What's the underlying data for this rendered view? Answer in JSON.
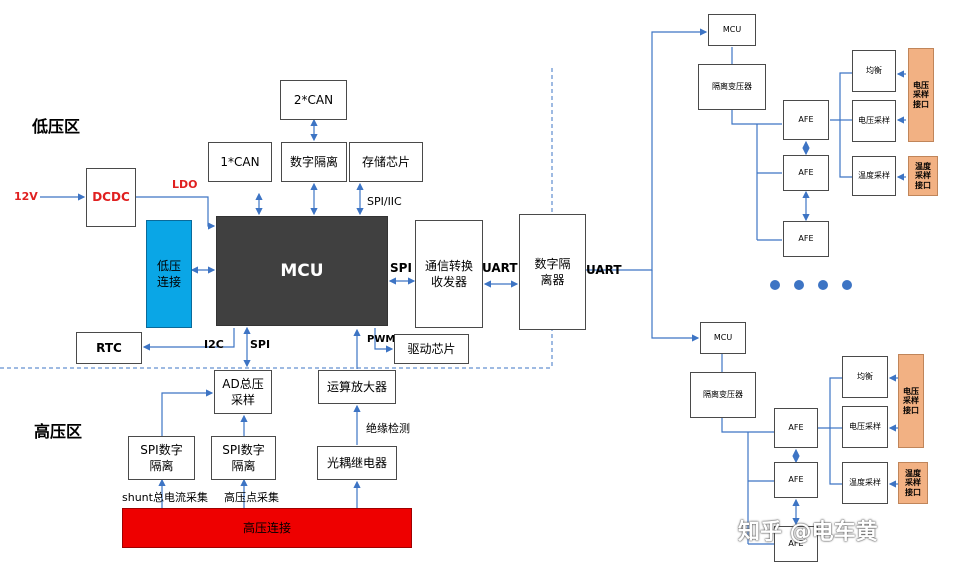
{
  "zones": {
    "low": "低压区",
    "high": "高压区"
  },
  "left": {
    "can2": "2*CAN",
    "can1": "1*CAN",
    "digital_isolation": "数字隔离",
    "storage_chip": "存储芯片",
    "dcdc": "DCDC",
    "input_12v": "12V",
    "ldo": "LDO",
    "spi_iic": "SPI/IIC",
    "lv_connect": "低压\n连接",
    "mcu": "MCU",
    "spi_right": "SPI",
    "comm_transceiver": "通信转换\n收发器",
    "uart_1": "UART",
    "rtc": "RTC",
    "i2c": "I2C",
    "spi_bottom": "SPI",
    "pwm": "PWM",
    "driver_chip": "驱动芯片",
    "ad_sampling": "AD总压\n采样",
    "op_amp": "运算放大器",
    "insulation_detect": "绝缘检测",
    "spi_iso_1": "SPI数字\n隔离",
    "spi_iso_2": "SPI数字\n隔离",
    "photo_relay": "光耦继电器",
    "shunt_current": "shunt总电流采集",
    "hv_point": "高压点采集",
    "hv_connect": "高压连接",
    "digital_isolator": "数字隔\n离器",
    "uart_2": "UART"
  },
  "slave_top": {
    "mcu": "MCU",
    "transformer": "隔离变压器",
    "afe1": "AFE",
    "afe2": "AFE",
    "afe3": "AFE",
    "balance": "均衡",
    "voltage_sampling": "电压采样",
    "temp_sampling": "温度采样",
    "voltage_interface": "电压\n采样\n接口",
    "temp_interface": "温度\n采样\n接口"
  },
  "slave_bottom": {
    "mcu": "MCU",
    "transformer": "隔离变压器",
    "afe1": "AFE",
    "afe2": "AFE",
    "afe3": "AFE",
    "balance": "均衡",
    "voltage_sampling": "电压采样",
    "temp_sampling": "温度采样",
    "voltage_interface": "电压\n采样\n接口",
    "temp_interface": "温度\n采样\n接口"
  },
  "watermark": "知乎 @电车黄",
  "colors": {
    "mcu": "#404040",
    "lv_connect": "#0aa6e6",
    "hv_connect": "#ee0000",
    "interface": "#f2b183",
    "link": "#3d74c4",
    "dots": "#3d74c4",
    "red_text": "#e02020"
  }
}
